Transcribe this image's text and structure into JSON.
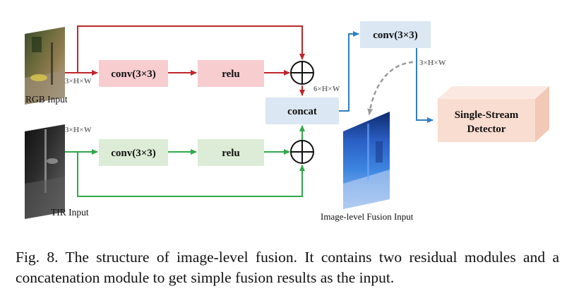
{
  "modules": {
    "rgb_conv": "conv(3×3)",
    "rgb_relu": "relu",
    "tir_conv": "conv(3×3)",
    "tir_relu": "relu",
    "concat": "concat",
    "top_conv": "conv(3×3)",
    "detector_line1": "Single-Stream",
    "detector_line2": "Detector"
  },
  "labels": {
    "rgb_input": "RGB Input",
    "tir_input": "TIR Input",
    "fusion_input": "Image-level Fusion Input",
    "rgb_dim": "3×H×W",
    "tir_dim": "3×H×W",
    "concat_dim": "6×H×W",
    "conv_out_dim": "3×H×W"
  },
  "caption": "Fig. 8.  The structure of image-level fusion. It contains two residual modules and a concatenation module to get simple fusion results as the input.",
  "colors": {
    "red_path": "#c0262b",
    "green_path": "#2ea84a",
    "blue_path": "#2f7fc1",
    "gray_arrow": "#9a9a9a",
    "pink_box": "#f8cdd0",
    "green_box": "#dcecd6",
    "blue_box": "#dbe7f3",
    "detector_box": "#f9ddd0"
  }
}
